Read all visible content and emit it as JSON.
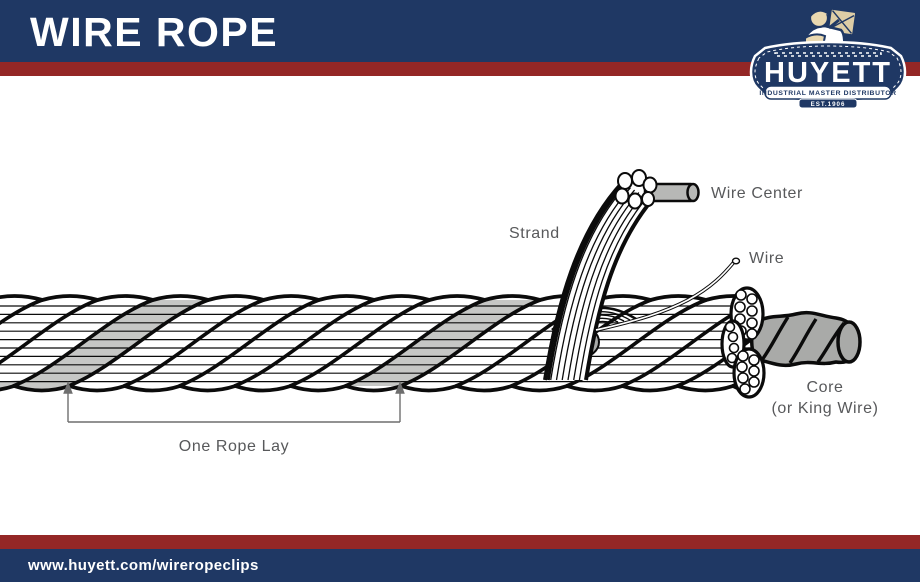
{
  "header": {
    "title": "WIRE ROPE"
  },
  "logo": {
    "brand": "HUYETT",
    "tagline": "INDUSTRIAL MASTER DISTRIBUTOR",
    "established": "EST.1906"
  },
  "diagram": {
    "labels": {
      "strand": "Strand",
      "wire_center": "Wire Center",
      "wire": "Wire",
      "core_line1": "Core",
      "core_line2": "(or King Wire)",
      "one_rope_lay": "One Rope Lay"
    },
    "colors": {
      "navy": "#1f3864",
      "red": "#942726",
      "label_gray": "#58595b",
      "strand_highlight_gray": "#c6c7c5",
      "core_gray": "#a9aaa8",
      "wire_center_gray": "#b7b8b6",
      "line_black": "#0b0b0b"
    }
  },
  "footer": {
    "url": "www.huyett.com/wireropeclips"
  }
}
